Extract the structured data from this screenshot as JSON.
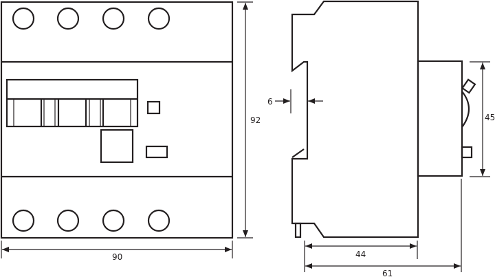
{
  "front_view": {
    "width_label": "90",
    "height_label": "92",
    "terminals_top": 4,
    "terminals_bottom": 4
  },
  "side_view": {
    "rail_gap_label": "6",
    "body_depth_label": "44",
    "total_depth_label": "61",
    "front_height_label": "45"
  },
  "colors": {
    "line": "#231f20",
    "background": "#ffffff"
  }
}
